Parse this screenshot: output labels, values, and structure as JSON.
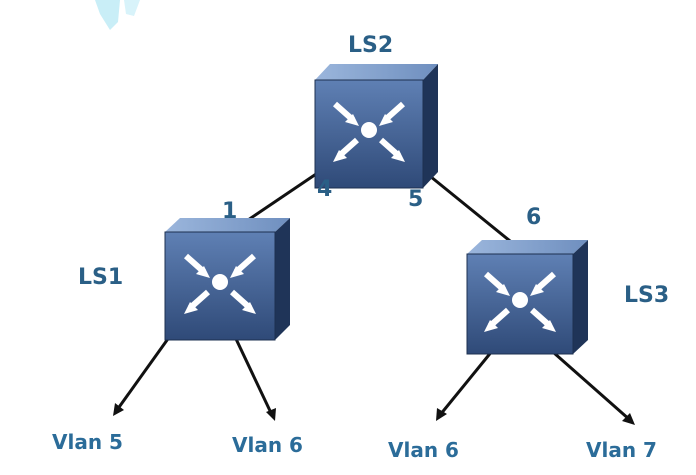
{
  "switches": {
    "ls1": "LS1",
    "ls2": "LS2",
    "ls3": "LS3"
  },
  "ports": {
    "p1": "1",
    "p4": "4",
    "p5": "5",
    "p6": "6"
  },
  "vlans": {
    "ls1_left": "Vlan 5",
    "ls1_right": "Vlan 6",
    "ls3_left": "Vlan 6",
    "ls3_right": "Vlan 7"
  },
  "colors": {
    "switch_front": "#3d5d8f",
    "switch_top": "#7f9fcc",
    "switch_side": "#1f3458",
    "link": "#111111",
    "label": "#2a5f86",
    "watermark": "#c9eef7"
  },
  "icons": {
    "switch": "layer3-switch-icon"
  }
}
